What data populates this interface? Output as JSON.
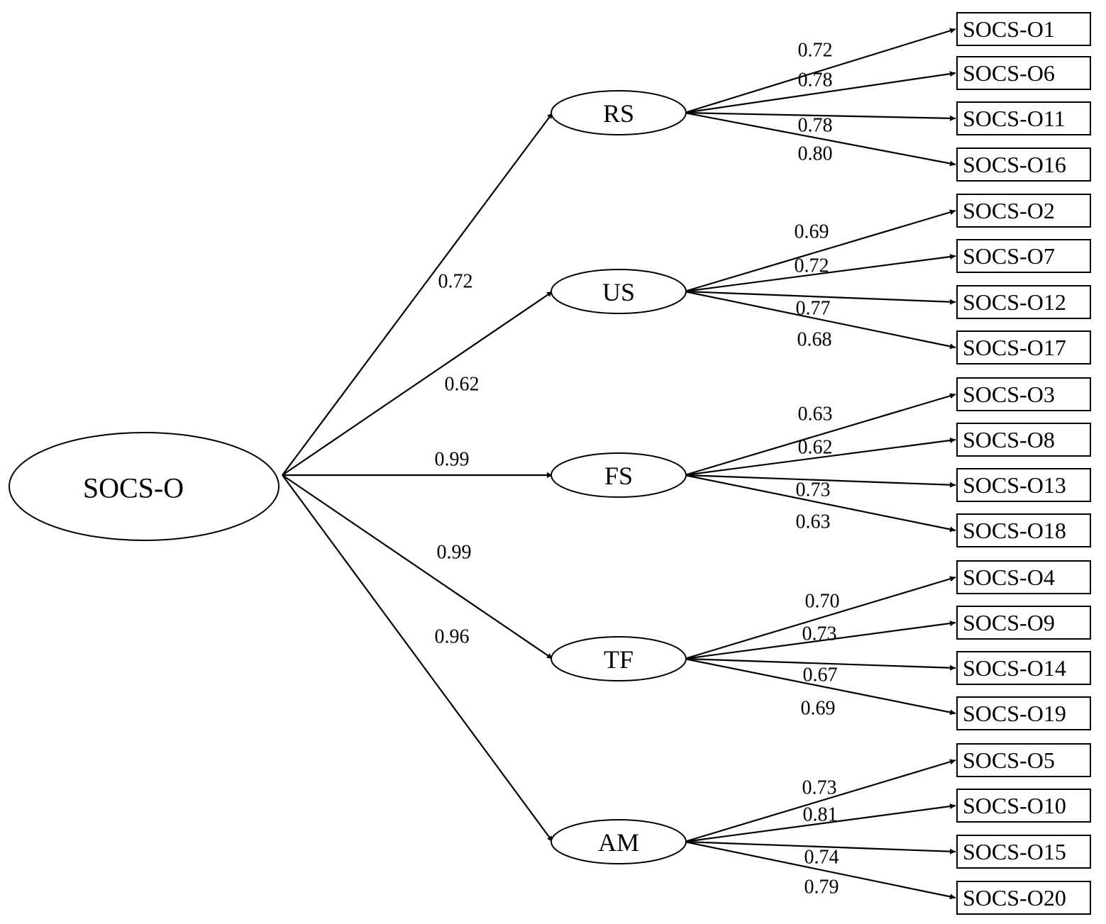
{
  "root": {
    "label": "SOCS-O"
  },
  "factors": [
    {
      "id": "rs",
      "label": "RS",
      "loading": "0.72",
      "items": [
        {
          "label": "SOCS-O1",
          "loading": "0.72"
        },
        {
          "label": "SOCS-O6",
          "loading": "0.78"
        },
        {
          "label": "SOCS-O11",
          "loading": "0.78"
        },
        {
          "label": "SOCS-O16",
          "loading": "0.80"
        }
      ]
    },
    {
      "id": "us",
      "label": "US",
      "loading": "0.62",
      "items": [
        {
          "label": "SOCS-O2",
          "loading": "0.69"
        },
        {
          "label": "SOCS-O7",
          "loading": "0.72"
        },
        {
          "label": "SOCS-O12",
          "loading": "0.77"
        },
        {
          "label": "SOCS-O17",
          "loading": "0.68"
        }
      ]
    },
    {
      "id": "fs",
      "label": "FS",
      "loading": "0.99",
      "items": [
        {
          "label": "SOCS-O3",
          "loading": "0.63"
        },
        {
          "label": "SOCS-O8",
          "loading": "0.62"
        },
        {
          "label": "SOCS-O13",
          "loading": "0.73"
        },
        {
          "label": "SOCS-O18",
          "loading": "0.63"
        }
      ]
    },
    {
      "id": "tf",
      "label": "TF",
      "loading": "0.99",
      "items": [
        {
          "label": "SOCS-O4",
          "loading": "0.70"
        },
        {
          "label": "SOCS-O9",
          "loading": "0.73"
        },
        {
          "label": "SOCS-O14",
          "loading": "0.67"
        },
        {
          "label": "SOCS-O19",
          "loading": "0.69"
        }
      ]
    },
    {
      "id": "am",
      "label": "AM",
      "loading": "0.96",
      "items": [
        {
          "label": "SOCS-O5",
          "loading": "0.73"
        },
        {
          "label": "SOCS-O10",
          "loading": "0.81"
        },
        {
          "label": "SOCS-O15",
          "loading": "0.74"
        },
        {
          "label": "SOCS-O20",
          "loading": "0.79"
        }
      ]
    }
  ]
}
